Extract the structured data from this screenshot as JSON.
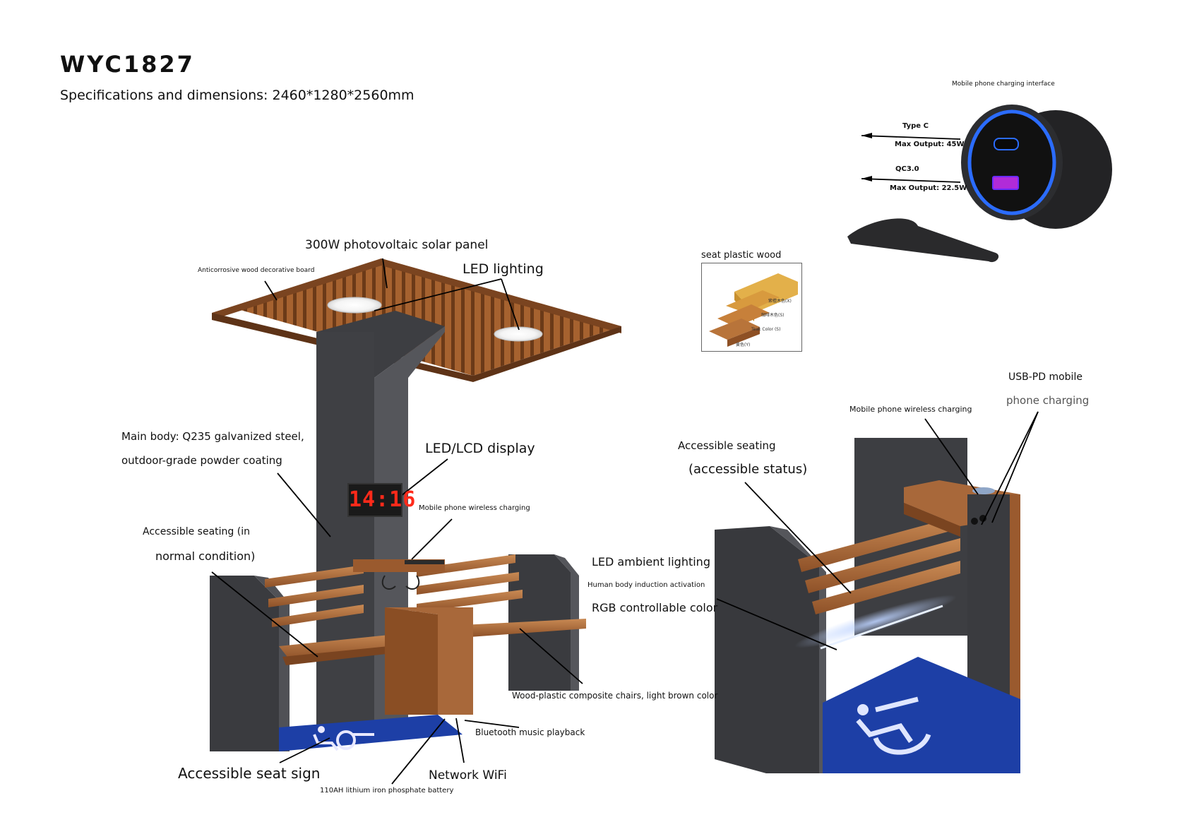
{
  "header": {
    "model": "WYC1827",
    "spec": "Specifications and dimensions: 2460*1280*2560mm"
  },
  "charger": {
    "title": "Mobile phone charging interface",
    "type_c": "Type C",
    "type_c_output": "Max Output: 45W",
    "qc": "QC3.0",
    "qc_output": "Max Output: 22.5W"
  },
  "wood": {
    "title": "seat plastic wood",
    "swatch_1": "紫檀木色(X)",
    "swatch_2": "咖啡木色(S)",
    "swatch_3": "Teak Color (S)",
    "swatch_4": "黄色(Y)"
  },
  "clock": {
    "display": "14:16"
  },
  "labels": {
    "solar_panel": "300W photovoltaic solar panel",
    "decorative_board": "Anticorrosive wood decorative board",
    "led_lighting": "LED lighting",
    "main_body_1": "Main body: Q235 galvanized steel,",
    "main_body_2": "outdoor-grade powder coating",
    "lcd_display": "LED/LCD display",
    "wireless_left": "Mobile phone wireless charging",
    "accessible_normal_1": "Accessible seating (in",
    "accessible_normal_2": "normal condition)",
    "wpc_chairs": "Wood-plastic composite chairs, light brown color",
    "bluetooth": "Bluetooth music playback",
    "seat_sign": "Accessible seat sign",
    "wifi": "Network WiFi",
    "battery": "110AH lithium iron phosphate battery",
    "usb_pd_1": "USB-PD mobile",
    "usb_pd_2": "phone charging",
    "wireless_right": "Mobile phone wireless charging",
    "accessible_status_1": "Accessible seating",
    "accessible_status_2": "(accessible status)",
    "ambient_1": "LED ambient lighting",
    "ambient_2": "Human body induction activation",
    "ambient_3": "RGB controllable color"
  },
  "colors": {
    "steel": "#4a4b4f",
    "steel_dark": "#343538",
    "wood": "#9a5a2e",
    "wood_light": "#c07a45",
    "sign_blue": "#1d3fa6",
    "led_blue": "#2b6cff"
  }
}
